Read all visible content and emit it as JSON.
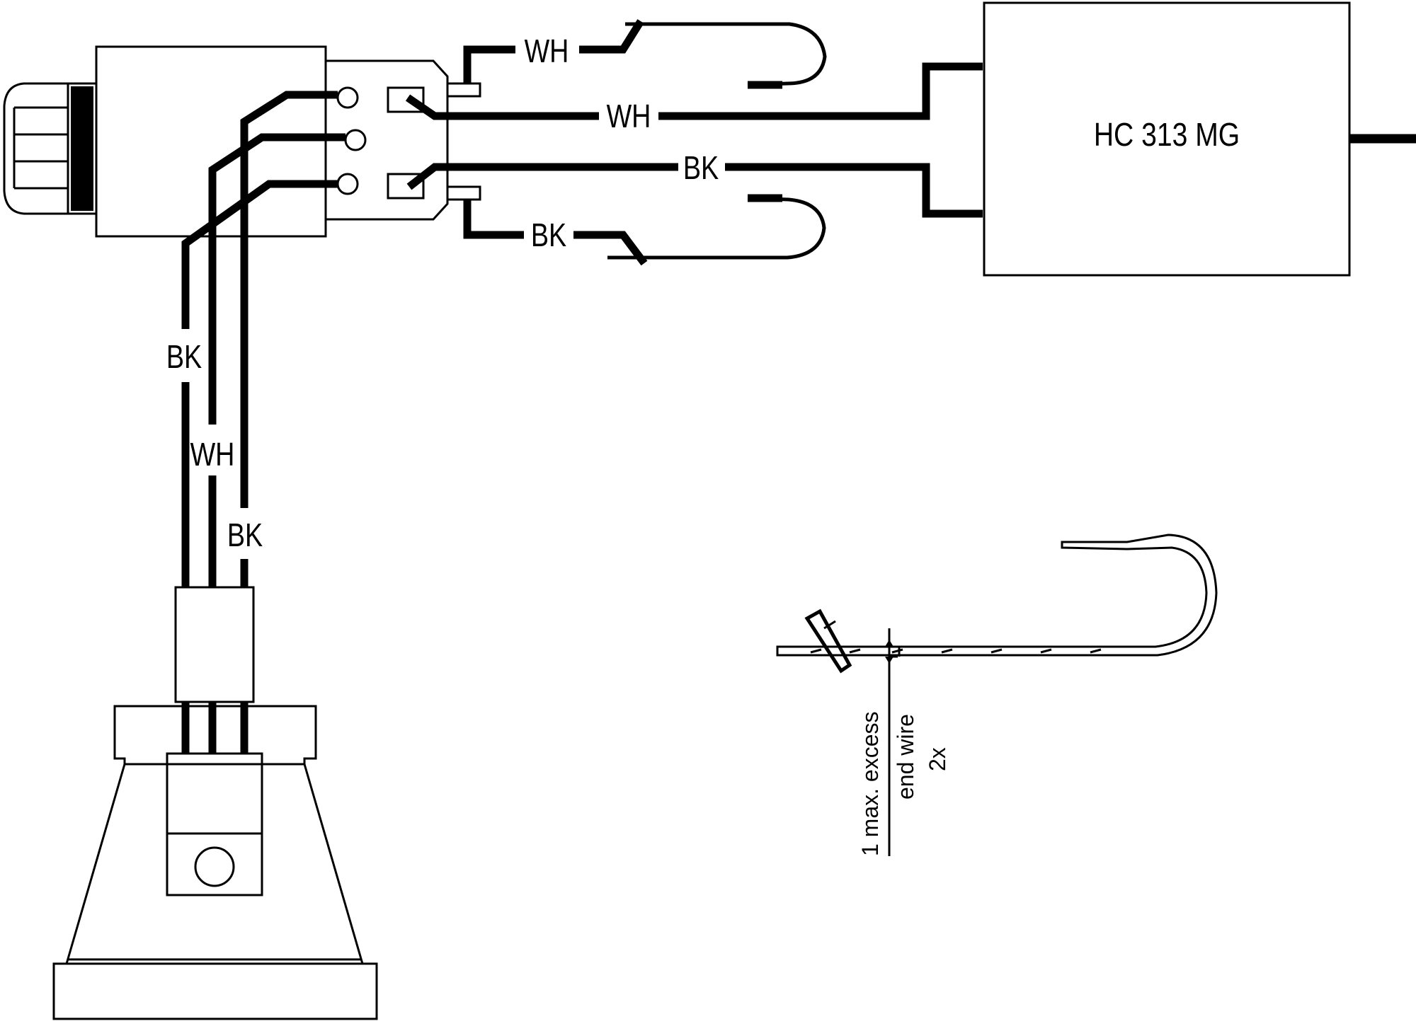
{
  "device": {
    "label": "HC 313 MG"
  },
  "wires": {
    "top_loose": "WH",
    "top_main": "WH",
    "bottom_main": "BK",
    "bottom_loose": "BK",
    "vertical_left": "BK",
    "vertical_middle": "WH",
    "vertical_right": "BK"
  },
  "detail": {
    "line1": "1 max. excess",
    "line2": "end wire",
    "line3": "2x"
  },
  "colors": {
    "line": "#000000",
    "background": "#ffffff"
  }
}
